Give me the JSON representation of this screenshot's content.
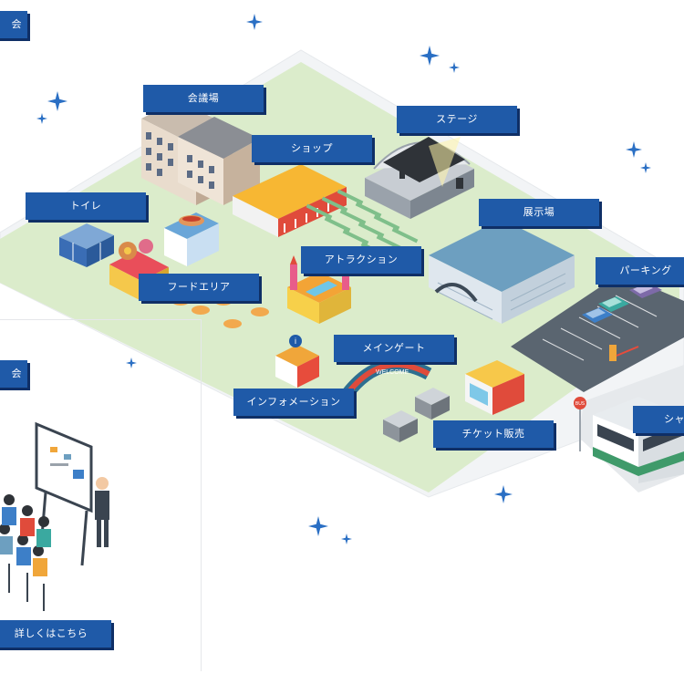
{
  "labels": {
    "top_left_cut": "会",
    "left_cut": "会",
    "meeting_hall": "会議場",
    "stage": "ステージ",
    "shop": "ショップ",
    "toilet": "トイレ",
    "exhibition_hall": "展示場",
    "attraction": "アトラクション",
    "food_area": "フードエリア",
    "parking": "パーキング",
    "main_gate": "メインゲート",
    "information": "インフォメーション",
    "ticket_sales": "チケット販売",
    "shuttle_cut": "シャ",
    "details_button": "詳しくはこちら"
  },
  "signs": {
    "info_kiosk": "i",
    "bus_stop": "BUS",
    "gate_banner": "WELCOME"
  },
  "colors": {
    "label_bg": "#1f5aa8",
    "label_shadow": "#0f2f66",
    "ground": "#dbeccb",
    "sparkle": "#2a6fc4"
  }
}
